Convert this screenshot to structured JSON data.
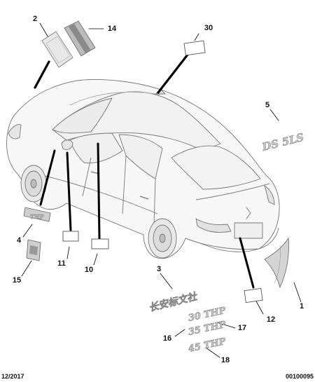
{
  "callouts": {
    "c1": "1",
    "c2": "2",
    "c3": "3",
    "c4": "4",
    "c5": "5",
    "c10": "10",
    "c11": "11",
    "c12": "12",
    "c14": "14",
    "c15": "15",
    "c16": "16",
    "c17": "17",
    "c18": "18",
    "c30": "30"
  },
  "emblems": {
    "ds5ls": "DS 5LS",
    "badge_3": "长安标文社",
    "thp_30": "30 THP",
    "thp_35": "35 THP",
    "thp_45": "45 THP",
    "badge_4": "THP"
  },
  "footer": {
    "date": "12/2017",
    "code": "00100095"
  }
}
